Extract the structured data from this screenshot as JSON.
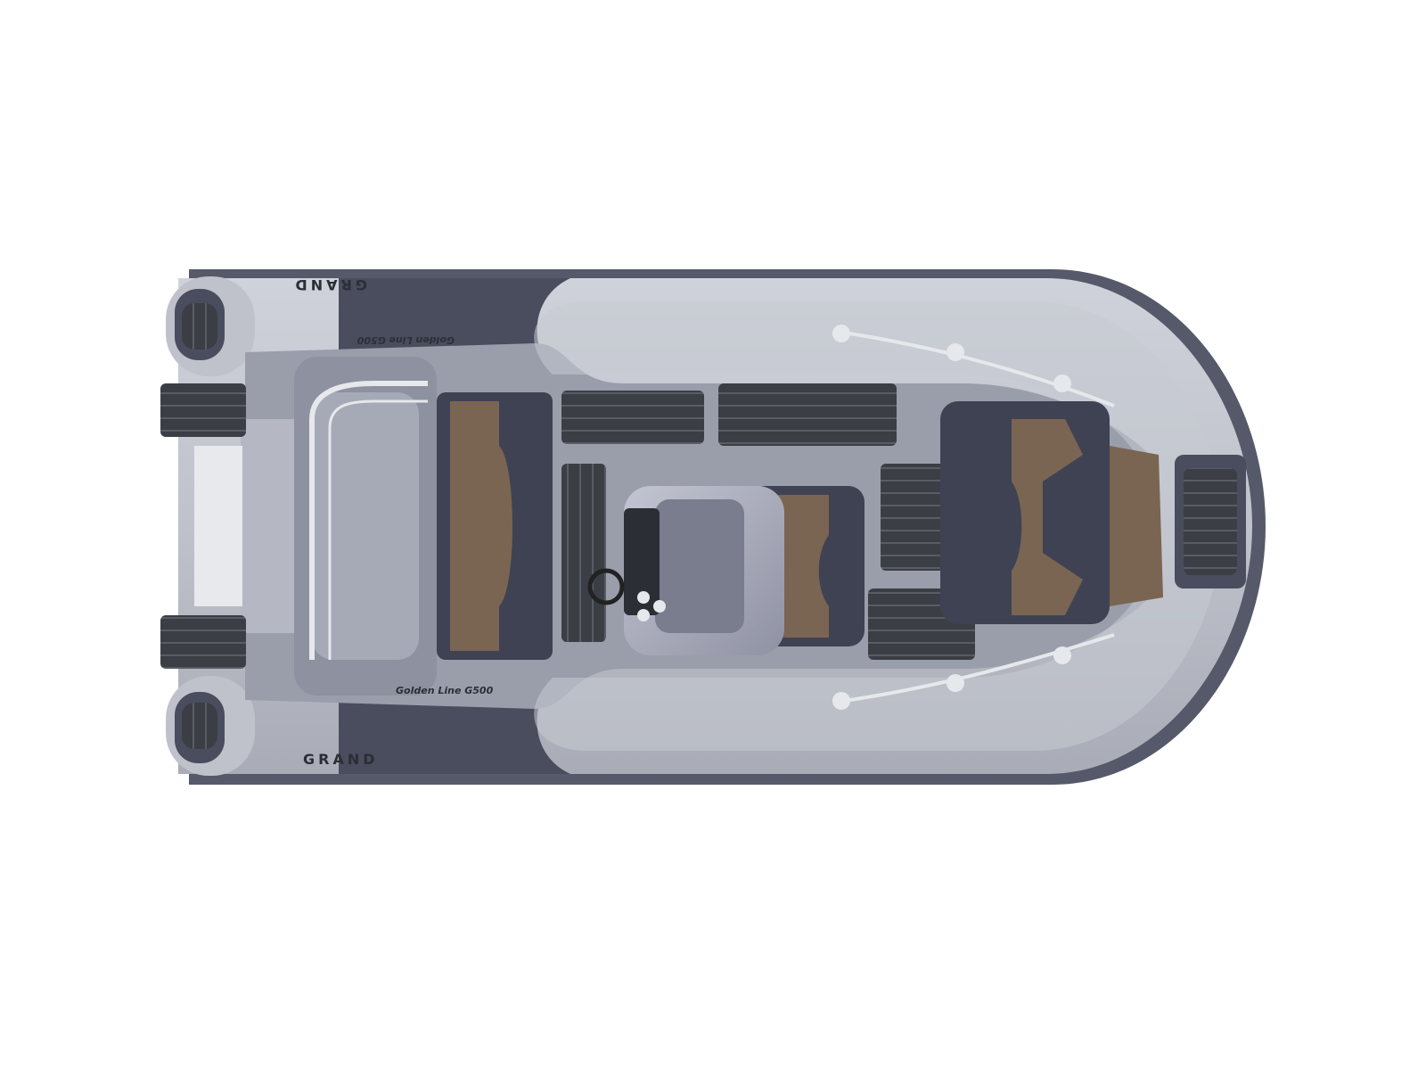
{
  "image": {
    "subject": "inflatable-rib-boat-top-view",
    "background_color": "#ffffff"
  },
  "boat": {
    "brand_label": "GRAND",
    "model_label": "Golden Line G500",
    "colors": {
      "tube_light": "#bfc2cb",
      "tube_shadow": "#a9acb6",
      "tube_dark": "#4a4d5e",
      "rubstrake": "#55596a",
      "deck": "#9a9eab",
      "deck_dark": "#3a3d47",
      "teak_mat": "#3b3e45",
      "seat_navy": "#3f4253",
      "seat_tan": "#7a6552",
      "console": "#a7a9b8",
      "steel": "#e6e8ec"
    }
  }
}
